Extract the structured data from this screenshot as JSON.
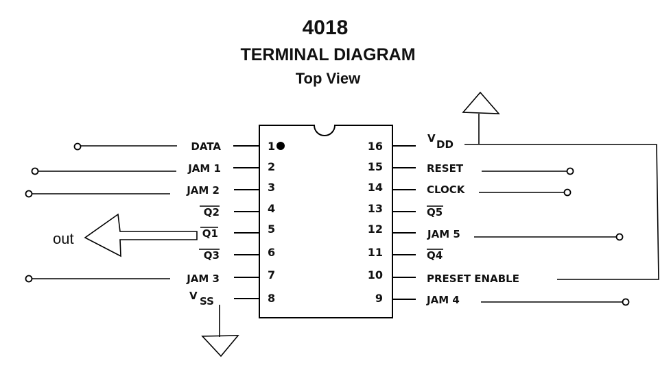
{
  "title": {
    "part_number": "4018",
    "heading": "TERMINAL DIAGRAM",
    "subheading": "Top View"
  },
  "chip": {
    "left_pins": [
      {
        "num": "1",
        "label": "DATA"
      },
      {
        "num": "2",
        "label": "JAM 1"
      },
      {
        "num": "3",
        "label": "JAM 2"
      },
      {
        "num": "4",
        "label": "Q2",
        "overbar": true
      },
      {
        "num": "5",
        "label": "Q1",
        "overbar": true
      },
      {
        "num": "6",
        "label": "Q3",
        "overbar": true
      },
      {
        "num": "7",
        "label": "JAM 3"
      },
      {
        "num": "8",
        "label": "V",
        "subscript": "SS"
      }
    ],
    "right_pins": [
      {
        "num": "16",
        "label": "V",
        "subscript": "DD"
      },
      {
        "num": "15",
        "label": "RESET"
      },
      {
        "num": "14",
        "label": "CLOCK"
      },
      {
        "num": "13",
        "label": "Q5",
        "overbar": true
      },
      {
        "num": "12",
        "label": "JAM 5"
      },
      {
        "num": "11",
        "label": "Q4",
        "overbar": true
      },
      {
        "num": "10",
        "label": "PRESET ENABLE"
      },
      {
        "num": "9",
        "label": "JAM 4"
      }
    ]
  },
  "annotations": {
    "output_label": "out"
  }
}
